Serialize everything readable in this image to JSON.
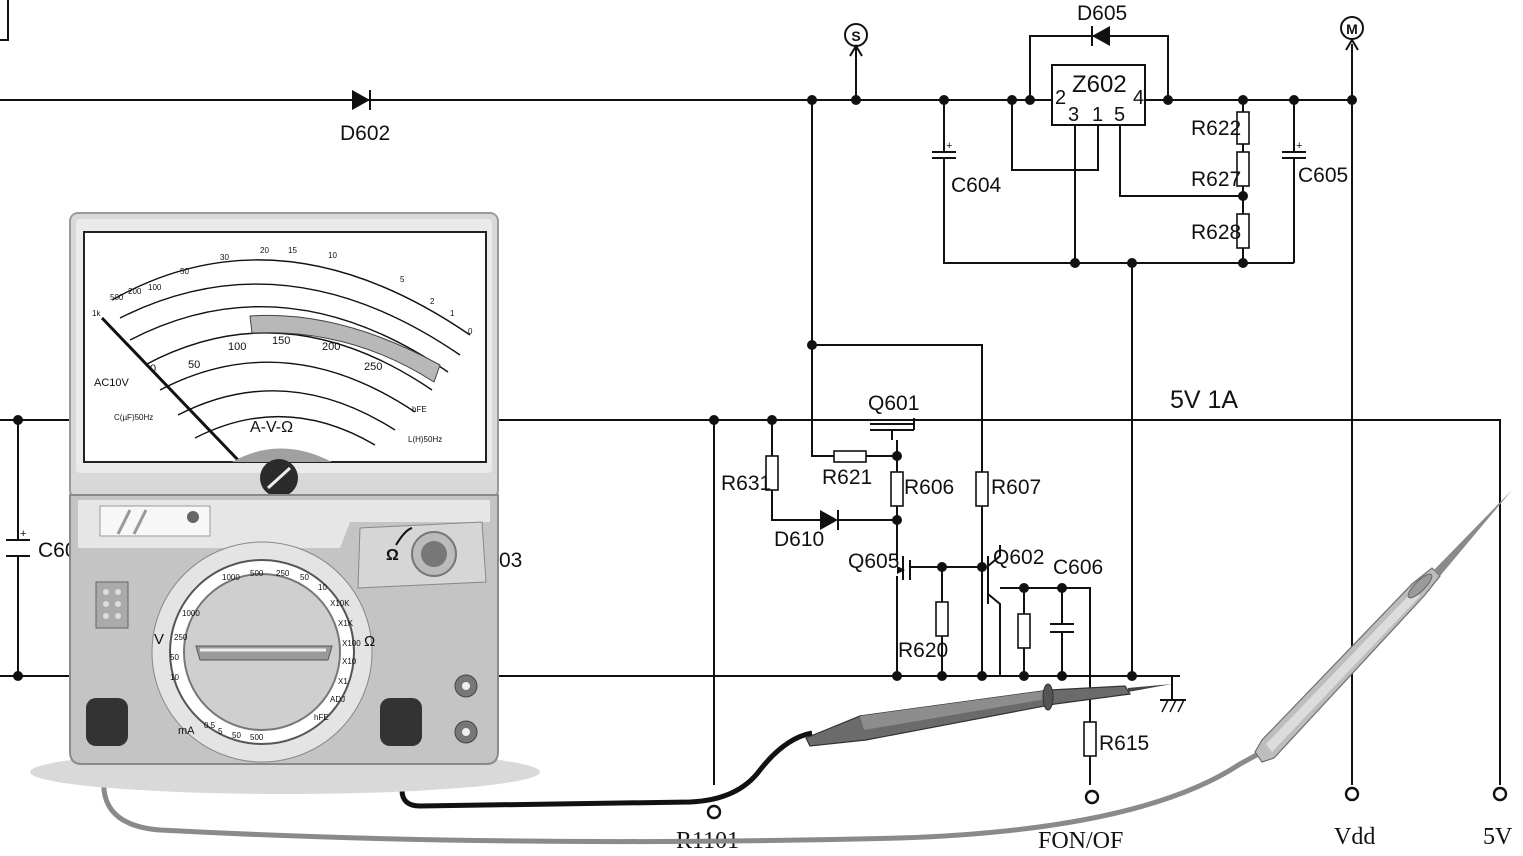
{
  "labels": {
    "d602": "D602",
    "d605": "D605",
    "z602": "Z602",
    "z602_pins": {
      "p2": "2",
      "p3": "3",
      "p1": "1",
      "p5": "5",
      "p4": "4"
    },
    "s_marker": "S",
    "m_marker": "M",
    "c604": "C604",
    "c605": "C605",
    "r622": "R622",
    "r627": "R627",
    "r628": "R628",
    "q601": "Q601",
    "r621": "R621",
    "r606": "R606",
    "r607": "R607",
    "r631": "R631",
    "d610": "D610",
    "q605": "Q605",
    "q602": "Q602",
    "c606": "C606",
    "r620": "R620",
    "r615": "R615",
    "rail_note": "5V 1A",
    "c60_partial": "C60",
    "pin03_partial": "03"
  },
  "terminals": {
    "r1101": "R1101",
    "fon_off": "FON/OF",
    "vdd": "Vdd",
    "v5": "5V"
  },
  "meter": {
    "dial_unit": "A-V-Ω",
    "ac_label": "AC10V",
    "cap_label": "C(µF)50Hz",
    "ind_label": "L(H)50Hz",
    "hfe_label": "hFE",
    "ohm_symbol": "Ω",
    "v_label": "V",
    "ma_label": "mA",
    "range_labels": [
      "1000",
      "500",
      "250",
      "50",
      "10",
      "X10K",
      "X1K",
      "X100",
      "X10",
      "X1",
      "ADJ",
      "hFE",
      "500",
      "50",
      "5",
      "0.5",
      "10",
      "50",
      "250",
      "1000"
    ],
    "scale_ohm_ticks": [
      "1k",
      "500",
      "200",
      "100",
      "50",
      "30",
      "20",
      "15",
      "10",
      "5",
      "2",
      "1",
      "0"
    ],
    "scale_dcv_ticks": [
      "0",
      "50",
      "100",
      "150",
      "200",
      "250"
    ]
  }
}
